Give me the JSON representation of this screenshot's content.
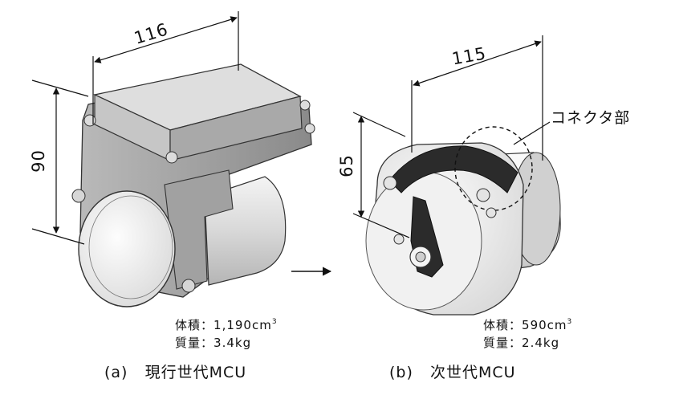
{
  "current": {
    "dim_width": "116",
    "dim_height": "90",
    "volume_label": "体積",
    "volume_value": "1,190cm",
    "volume_exp": "3",
    "mass_label": "質量",
    "mass_value": "3.4kg",
    "caption_marker": "(a)",
    "caption_text": "現行世代MCU"
  },
  "next": {
    "dim_width": "115",
    "dim_height": "65",
    "connector_label": "コネクタ部",
    "volume_label": "体積",
    "volume_value": "590cm",
    "volume_exp": "3",
    "mass_label": "質量",
    "mass_value": "2.4kg",
    "caption_marker": "(b)",
    "caption_text": "次世代MCU"
  },
  "spec_separator": "："
}
